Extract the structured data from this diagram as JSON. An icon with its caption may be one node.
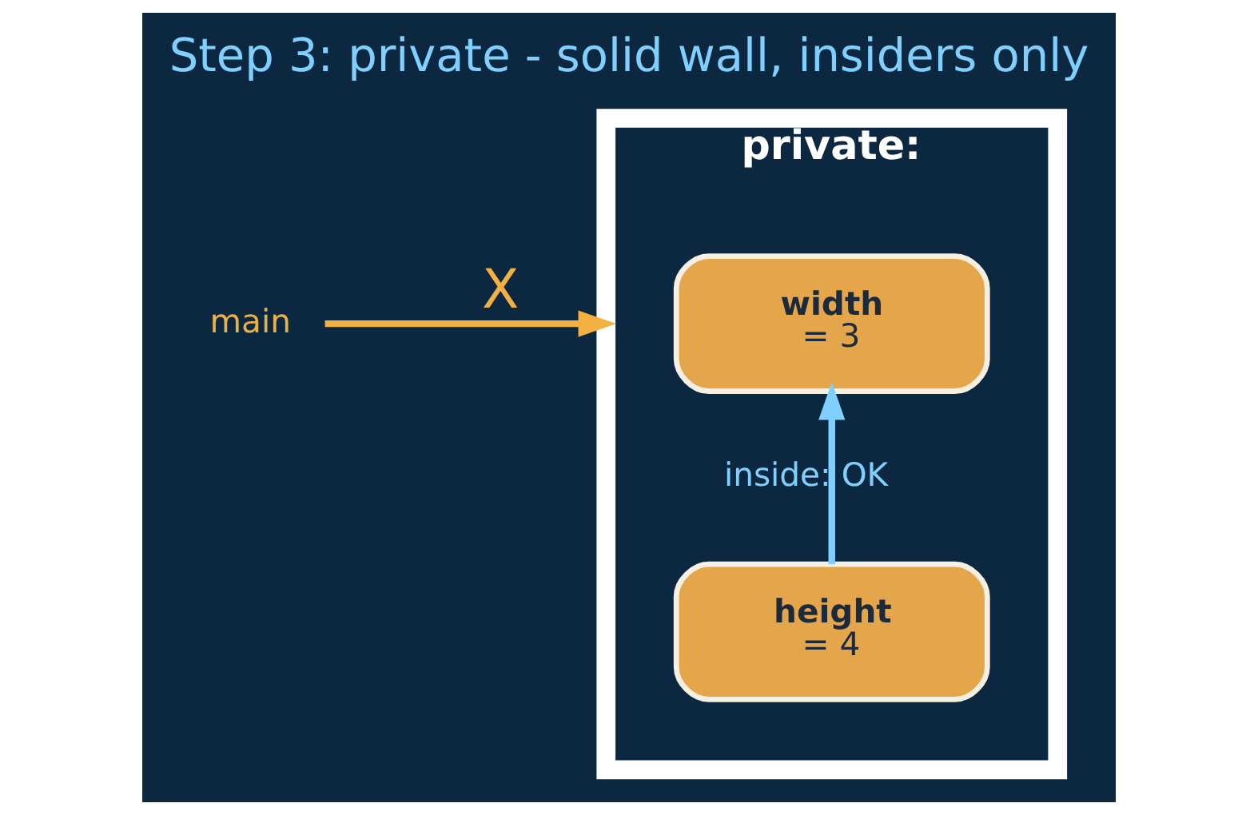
{
  "diagram": {
    "title": "Step 3: private - solid wall, insiders only",
    "nodes": [
      {
        "text": [
          "main"
        ]
      },
      {
        "text": [
          "private:"
        ]
      },
      {
        "text": [
          "width",
          "= 3"
        ],
        "in": 1
      },
      {
        "text": [
          "height",
          "= 4"
        ],
        "in": 1
      }
    ],
    "edges": [
      {
        "from": 0,
        "to": 2,
        "arrow": "to",
        "label": "X",
        "color": "#f5b042"
      },
      {
        "from": 3,
        "to": 2,
        "arrow": "to",
        "label": "inside: OK",
        "color": "#7fd0ff"
      }
    ]
  }
}
